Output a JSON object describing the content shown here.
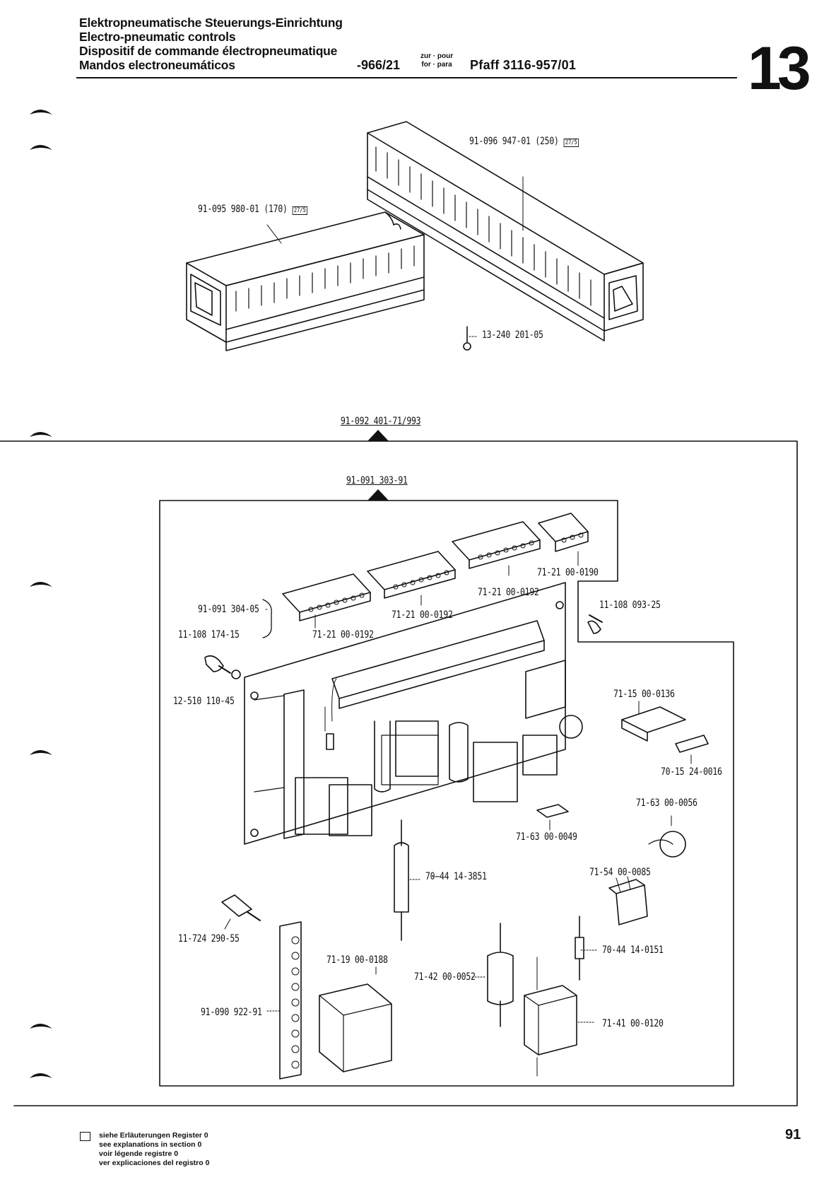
{
  "header": {
    "title_de": "Elektropneumatische Steuerungs-Einrichtung",
    "title_en": "Electro-pneumatic controls",
    "title_fr": "Dispositif de commande électropneumatique",
    "title_es": "Mandos electroneumáticos",
    "code": "-966/21",
    "for_line1": "zur · pour",
    "for_line2": "for · para",
    "machine": "Pfaff 3116-957/01",
    "section": "13"
  },
  "labels": {
    "duct_long": "91-096 947-01 (250)",
    "duct_long_ref": "27/5",
    "duct_short": "91-095 980-01 (170)",
    "duct_short_ref": "27/5",
    "rivet": "13-240 201-05",
    "assembly_main": "91-092 401-71/993",
    "assembly_board": "91-091 303-91",
    "term_a": "71-21 00-0190",
    "term_b": "71-21 00-0192",
    "term_c": "71-21 00-0192",
    "term_d": "71-21 00-0192",
    "screw_right": "11-108 093-25",
    "kit": "91-091 304-05",
    "screw_left": "11-108 174-15",
    "washer": "12-510 110-45",
    "fuse_holder": "71-15 00-0136",
    "fuse": "70-15 24-0016",
    "buzzer": "71-63 00-0056",
    "diode": "71-63 00-0049",
    "bridge": "71-54 00-0085",
    "resistor_a": "70-44 14-3851",
    "spacer": "11-724 290-55",
    "resistor_b": "70-44 14-0151",
    "relay": "71-19 00-0188",
    "capacitor_a": "71-42 00-0052",
    "strip": "91-090 922-91",
    "capacitor_b": "71-41 00-0120"
  },
  "footer": {
    "line_de": "siehe Erläuterungen Register 0",
    "line_en": "see explanations in section 0",
    "line_fr": "voir légende registre 0",
    "line_es": "ver explicaciones del registro 0",
    "page": "91"
  }
}
